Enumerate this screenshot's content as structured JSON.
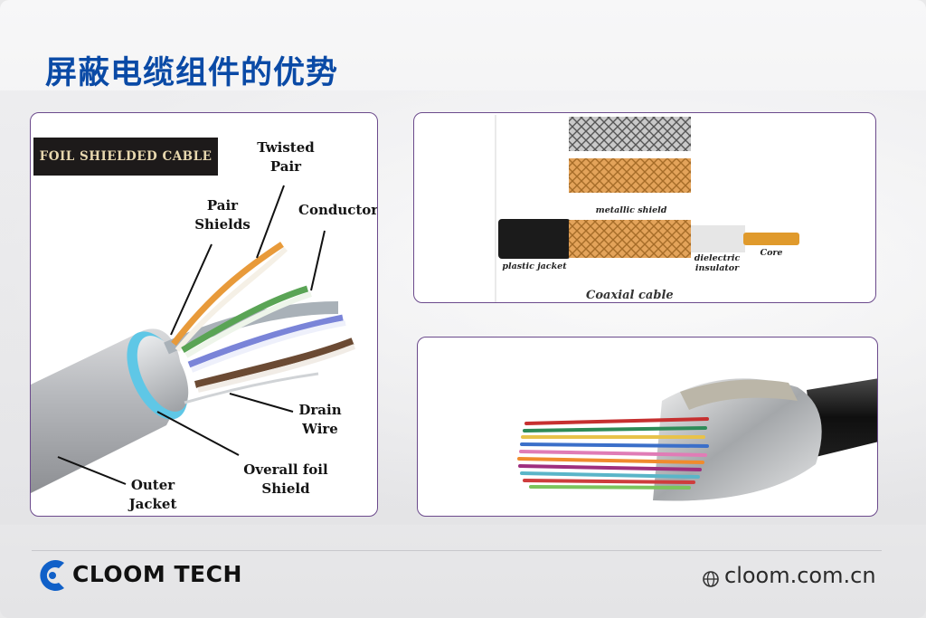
{
  "title": "屏蔽电缆组件的优势",
  "foil_panel": {
    "badge": "FOIL SHIELDED CABLE",
    "labels": {
      "twisted_pair_1": "Twisted",
      "twisted_pair_2": "Pair",
      "pair_shields_1": "Pair",
      "pair_shields_2": "Shields",
      "conductor": "Conductor",
      "drain_wire_1": "Drain",
      "drain_wire_2": "Wire",
      "overall_foil_1": "Overall foil",
      "overall_foil_2": "Shield",
      "outer_jacket_1": "Outer",
      "outer_jacket_2": "Jacket"
    }
  },
  "coax_panel": {
    "metallic_shield": "metallic shield",
    "plastic_jacket": "plastic jacket",
    "dielectric_1": "dielectric",
    "dielectric_2": "insulator",
    "core": "Core",
    "caption": "Coaxial cable"
  },
  "footer": {
    "brand": "CLOOM TECH",
    "website": "cloom.com.cn"
  },
  "colors": {
    "title_blue": "#0a4aa6",
    "panel_border": "#6b4a8c",
    "brand_blue": "#1060c8"
  },
  "icons": [
    "cloom-logo-icon",
    "globe-icon"
  ]
}
